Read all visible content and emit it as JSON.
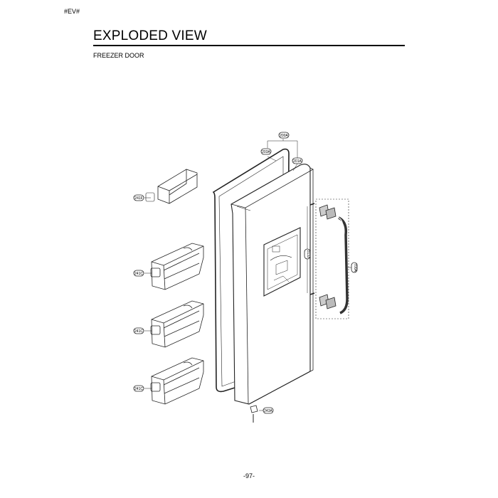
{
  "header": {
    "tag": "#EV#"
  },
  "title": "EXPLODED VIEW",
  "subtitle": "FREEZER DOOR",
  "page_number": "-97-",
  "callouts": {
    "door_assembly": "200A",
    "door_foam": "203A",
    "door_liner": "201A",
    "cover": "241F",
    "basket_1": "241C",
    "basket_2": "241C",
    "basket_3": "241C",
    "handle_cap": "213J",
    "handle": "700A",
    "hinge": "243A"
  }
}
